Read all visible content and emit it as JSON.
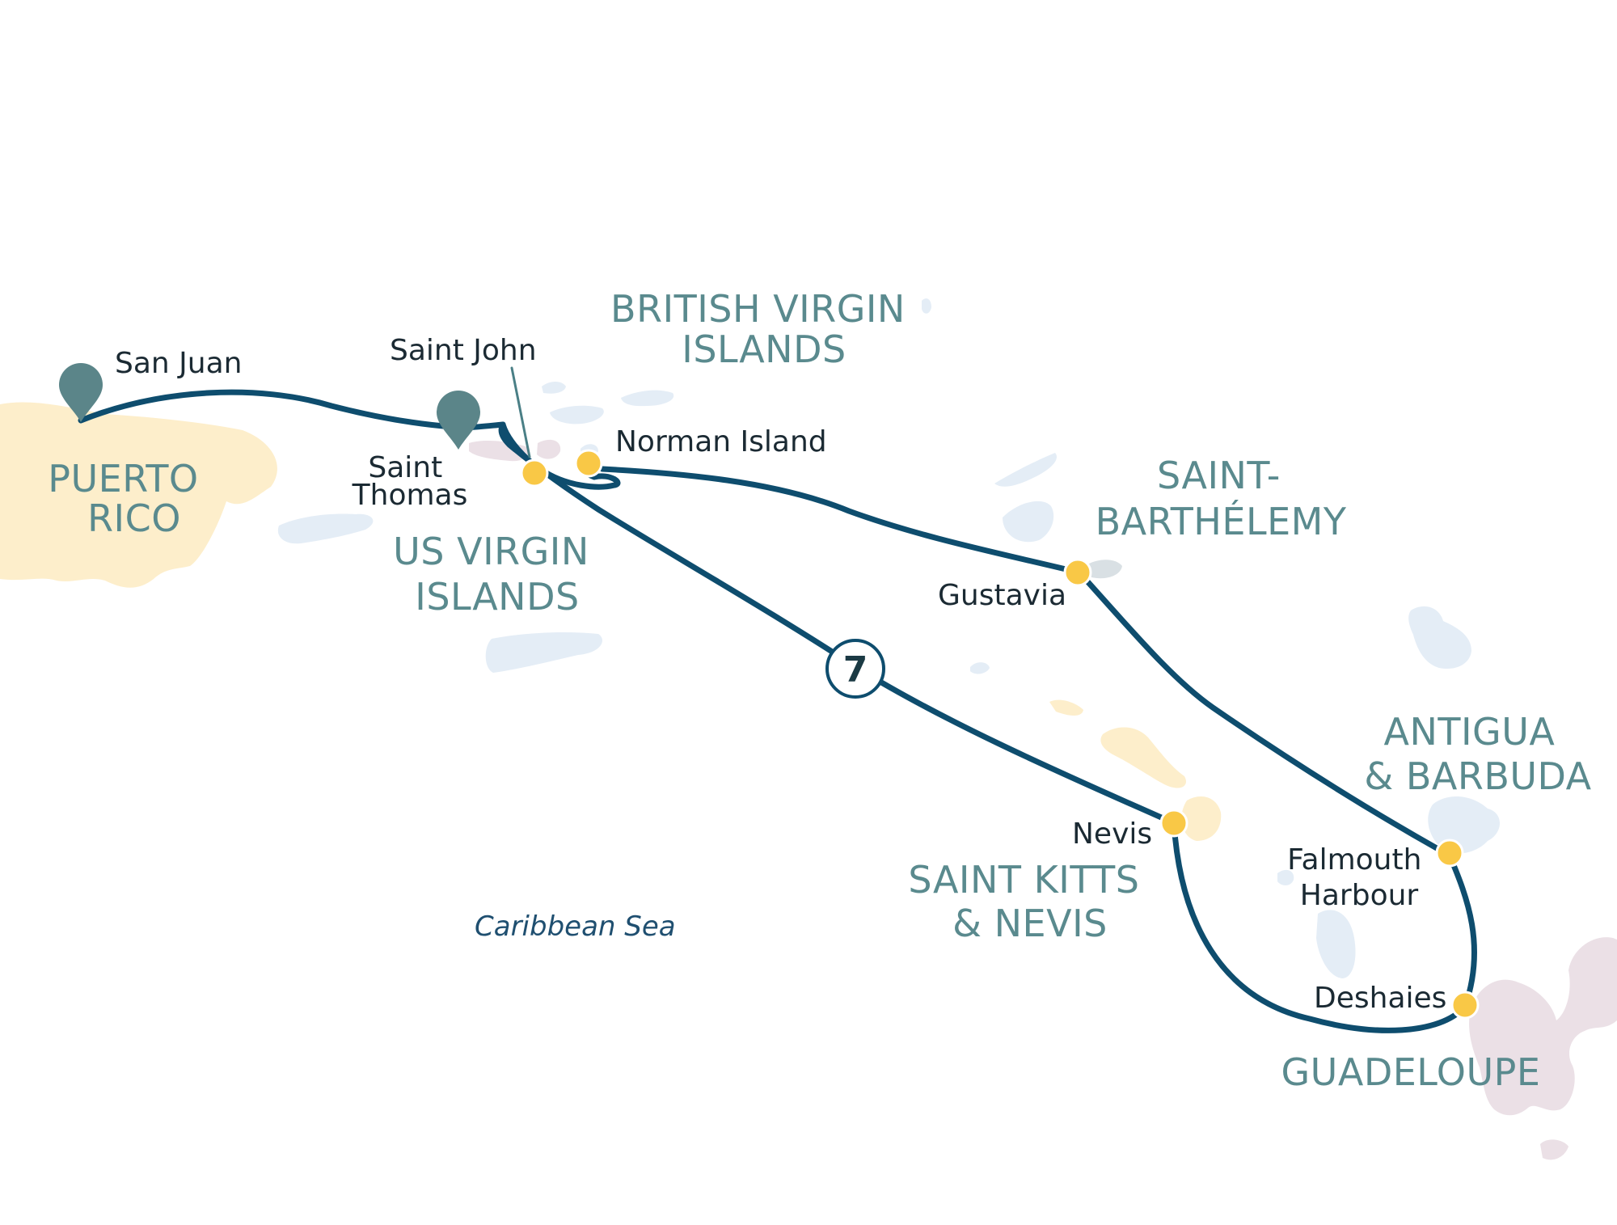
{
  "map": {
    "sea_label": "Caribbean Sea",
    "nights_badge": "7",
    "colors": {
      "route": "#0e4d6e",
      "port_stop": "#f9c846",
      "start_end_pin": "#5b8589",
      "country_label": "#5a8a8e",
      "puerto_rico_land": "#fdeecb",
      "saint_kitts_land": "#fdeecb",
      "virgin_islands_land": "#e4edf6",
      "guadeloupe_land": "#ebe0e6"
    },
    "countries": {
      "puerto_rico": [
        "PUERTO",
        "RICO"
      ],
      "us_virgin_islands": [
        "US VIRGIN",
        "ISLANDS"
      ],
      "british_virgin_islands": [
        "BRITISH VIRGIN",
        "ISLANDS"
      ],
      "saint_barthelemy": [
        "SAINT-",
        "BARTHÉLEMY"
      ],
      "antigua_barbuda": [
        "ANTIGUA",
        "& BARBUDA"
      ],
      "saint_kitts_nevis": [
        "SAINT KITTS",
        "& NEVIS"
      ],
      "guadeloupe": [
        "GUADELOUPE"
      ]
    },
    "ports": {
      "san_juan": "San Juan",
      "saint_thomas": [
        "Saint",
        "Thomas"
      ],
      "saint_john": "Saint John",
      "norman_island": "Norman Island",
      "gustavia": "Gustavia",
      "nevis": "Nevis",
      "falmouth_harbour": [
        "Falmouth",
        "Harbour"
      ],
      "deshaies": "Deshaies"
    }
  }
}
